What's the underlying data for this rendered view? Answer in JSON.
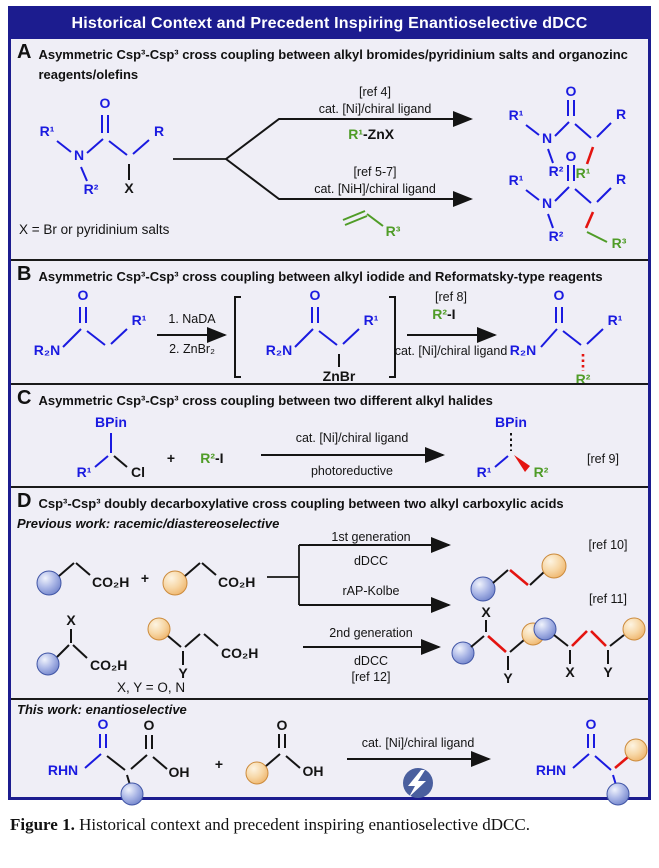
{
  "header": {
    "title": "Historical Context and Precedent Inspiring Enantioselective dDCC"
  },
  "caption": {
    "label": "Figure 1.",
    "text": "Historical context and precedent inspiring enantioselective dDCC."
  },
  "colors": {
    "frame_navy": "#1c1c8f",
    "panel_bg": "#efeef6",
    "structure_blue": "#1a1ae0",
    "fragment_green": "#4f9c27",
    "new_bond_red": "#e41410",
    "ball_blue": "#9aa8e0",
    "ball_orange": "#f6cf9b",
    "photo_badge_blue": "#4a5f9e"
  },
  "labels": {
    "r": "R",
    "r1": "R¹",
    "r2": "R²",
    "r3": "R³",
    "n": "N",
    "o": "O",
    "x": "X",
    "y": "Y",
    "oh": "OH",
    "co2h": "CO₂H",
    "r2n": "R₂N",
    "rhn": "RHN",
    "znbr": "ZnBr",
    "bpin": "BPin",
    "cl": "Cl",
    "plus": "+",
    "r1_frag": "R¹",
    "znx_frag": "-ZnX",
    "r2_frag": "R²",
    "i_frag": "-I"
  },
  "panel_a": {
    "letter": "A",
    "title": "Asymmetric Csp³-Csp³ cross coupling between alkyl bromides/pyridinium salts and organozinc reagents/olefins",
    "x_note": "X = Br or pyridinium salts",
    "top_ref": "[ref 4]",
    "top_cat": "cat. [Ni]/chiral ligand",
    "bottom_ref": "[ref 5-7]",
    "bottom_cat": "cat. [NiH]/chiral ligand"
  },
  "panel_b": {
    "letter": "B",
    "title": "Asymmetric Csp³-Csp³ cross coupling between alkyl iodide and Reformatsky-type reagents",
    "step1": "1. NaDA",
    "step2": "2. ZnBr₂",
    "ref": "[ref 8]",
    "cat": "cat. [Ni]/chiral ligand"
  },
  "panel_c": {
    "letter": "C",
    "title": "Asymmetric Csp³-Csp³ cross coupling between two different alkyl halides",
    "cat": "cat. [Ni]/chiral ligand",
    "mode": "photoreductive",
    "ref": "[ref 9]"
  },
  "panel_d": {
    "letter": "D",
    "title": "Csp³-Csp³ doubly decarboxylative cross coupling between two alkyl carboxylic acids",
    "previous_label": "Previous work: racemic/diastereoselective",
    "this_label": "This work: enantioselective",
    "gen1": "1st generation",
    "gen1_method": "dDCC",
    "kolbe": "rAP-Kolbe",
    "ref10": "[ref 10]",
    "ref11": "[ref 11]",
    "gen2": "2nd generation",
    "gen2_method": "dDCC",
    "ref12": "[ref 12]",
    "xy_note": "X, Y = O, N",
    "cat": "cat. [Ni]/chiral ligand"
  }
}
